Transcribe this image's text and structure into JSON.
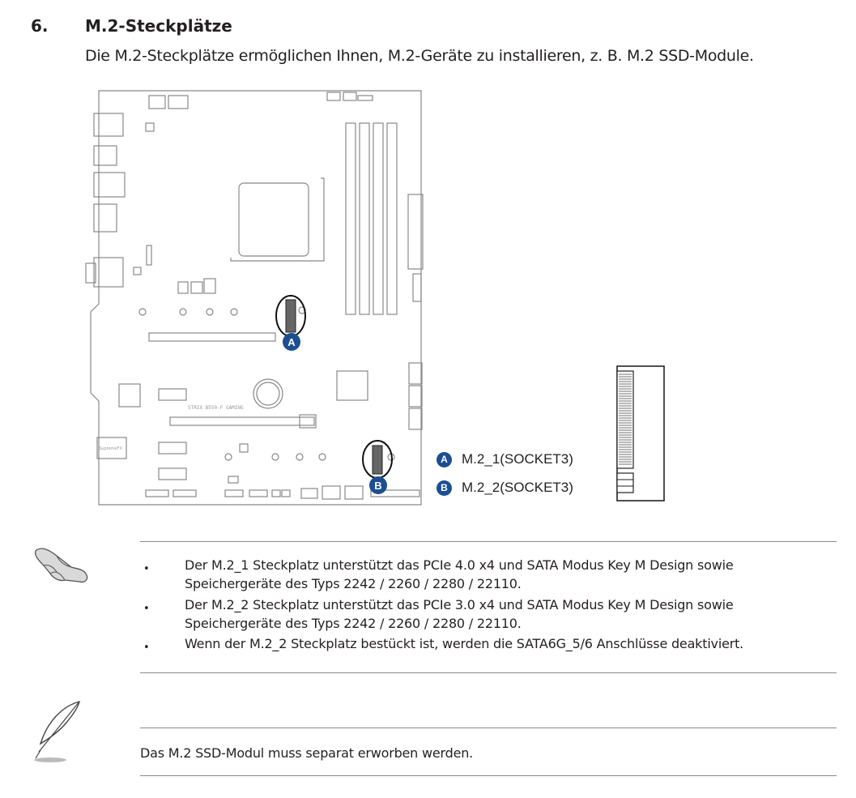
{
  "section": {
    "number": "6.",
    "title": "M.2-Steckplätze",
    "intro": "Die M.2-Steckplätze ermöglichen Ihnen, M.2-Geräte zu installieren, z. B. M.2 SSD-Module."
  },
  "diagram": {
    "board_label": "STRIX B550-F GAMING",
    "chip_label": "SupremeFX",
    "markers": [
      {
        "letter": "A",
        "label": "M.2_1(SOCKET3)"
      },
      {
        "letter": "B",
        "label": "M.2_2(SOCKET3)"
      }
    ]
  },
  "note_box": {
    "icon": "hand-pointing-icon",
    "bullets": [
      "Der M.2_1 Steckplatz unterstützt das PCIe 4.0 x4 und SATA Modus Key M Design sowie Speichergeräte des Typs 2242 / 2260 / 2280 / 22110.",
      "Der M.2_2 Steckplatz unterstützt das PCIe 3.0 x4 und SATA Modus Key M Design sowie Speichergeräte des Typs 2242 / 2260 / 2280 / 22110.",
      "Wenn der M.2_2 Steckplatz bestückt ist, werden die SATA6G_5/6 Anschlüsse deaktiviert."
    ]
  },
  "tip_box": {
    "icon": "feather-quill-icon",
    "text": "Das M.2 SSD-Modul muss separat erworben werden."
  },
  "colors": {
    "badge": "#1b4f91",
    "text": "#231f20",
    "rule": "#8a8a8a",
    "board_line": "#888888"
  }
}
